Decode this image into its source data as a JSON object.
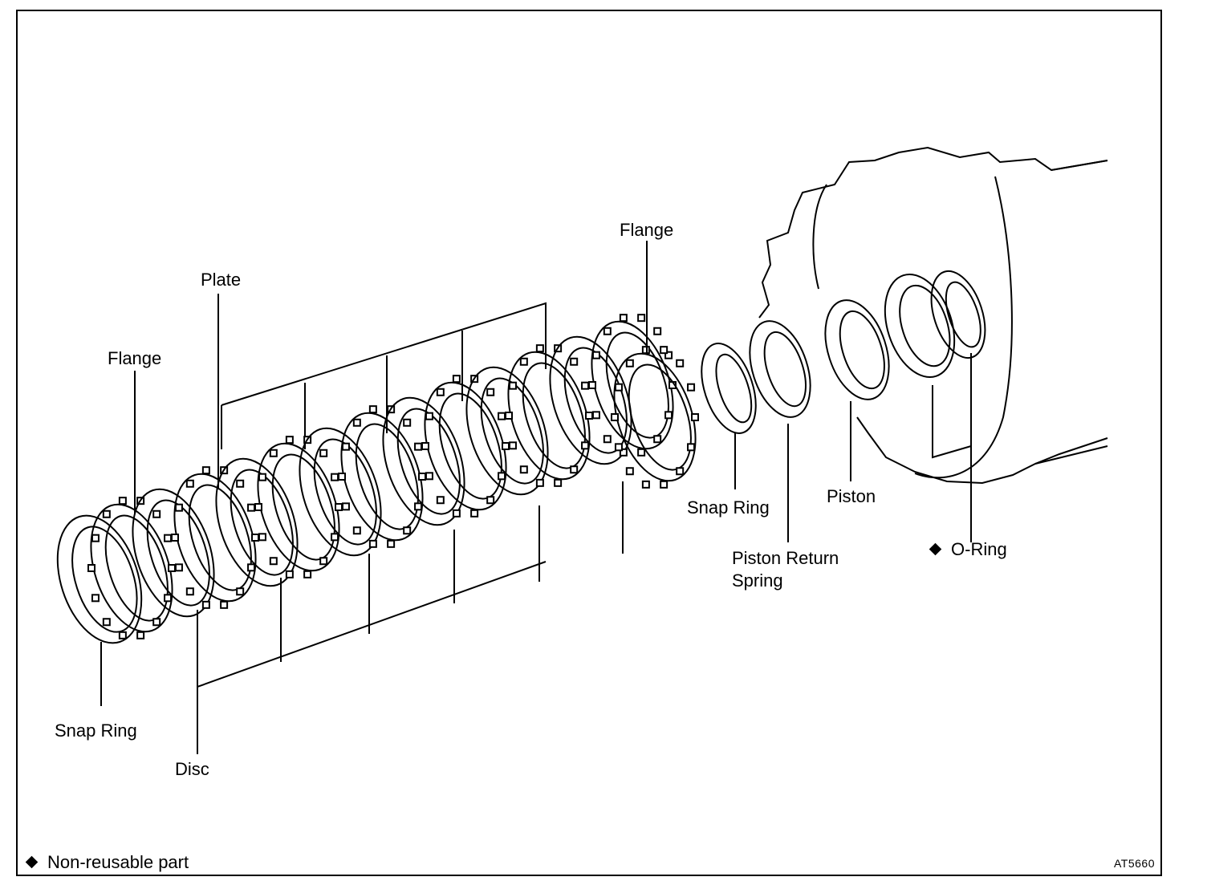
{
  "labels": {
    "flange_left": "Flange",
    "plate": "Plate",
    "flange_right": "Flange",
    "snap_ring_right": "Snap Ring",
    "piston": "Piston",
    "piston_return_spring_line1": "Piston Return",
    "piston_return_spring_line2": "Spring",
    "o_ring": "O-Ring",
    "snap_ring_left": "Snap Ring",
    "disc": "Disc"
  },
  "legend": {
    "text": "Non-reusable part",
    "marker_icon": "diamond-icon"
  },
  "figure_code": "AT5660"
}
